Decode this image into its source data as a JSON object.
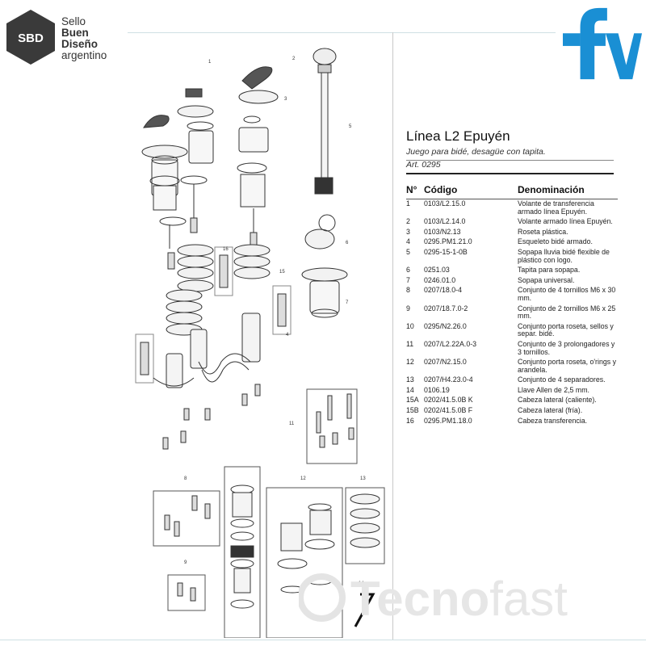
{
  "header": {
    "sbd_badge": "SBD",
    "sbd_lines": [
      "Sello",
      "Buen",
      "Diseño",
      "argentino"
    ],
    "brand_mark": "fv"
  },
  "product": {
    "title": "Línea L2 Epuyén",
    "subtitle": "Juego para bidé, desagüe con tapita.",
    "article": "Art. 0295"
  },
  "table": {
    "headers": {
      "no": "N°",
      "code": "Código",
      "name": "Denominación"
    },
    "rows": [
      {
        "no": "1",
        "code": "0103/L2.15.0",
        "name": "Volante de transferencia armado línea Epuyén."
      },
      {
        "no": "2",
        "code": "0103/L2.14.0",
        "name": "Volante armado línea Epuyén."
      },
      {
        "no": "3",
        "code": "0103/N2.13",
        "name": "Roseta plástica."
      },
      {
        "no": "4",
        "code": "0295.PM1.21.0",
        "name": "Esqueleto bidé armado."
      },
      {
        "no": "5",
        "code": "0295-15-1-0B",
        "name": "Sopapa lluvia bidé flexible de plástico con logo."
      },
      {
        "no": "6",
        "code": "0251.03",
        "name": "Tapita para sopapa."
      },
      {
        "no": "7",
        "code": "0246.01.0",
        "name": "Sopapa universal."
      },
      {
        "no": "8",
        "code": "0207/18.0-4",
        "name": "Conjunto de 4 tornillos M6 x 30 mm."
      },
      {
        "no": "9",
        "code": "0207/18.7.0-2",
        "name": "Conjunto de 2 tornillos M6 x 25 mm."
      },
      {
        "no": "10",
        "code": "0295/N2.26.0",
        "name": "Conjunto porta roseta, sellos y separ. bidé."
      },
      {
        "no": "11",
        "code": "0207/L2.22A.0-3",
        "name": "Conjunto de 3 prolongadores y 3 tornillos."
      },
      {
        "no": "12",
        "code": "0207/N2.15.0",
        "name": "Conjunto porta roseta, o'rings y arandela."
      },
      {
        "no": "13",
        "code": "0207/H4.23.0-4",
        "name": "Conjunto de 4 separadores."
      },
      {
        "no": "14",
        "code": "0106.19",
        "name": "Llave Allen de 2,5 mm."
      },
      {
        "no": "15A",
        "code": "0202/41.5.0B K",
        "name": "Cabeza lateral (caliente)."
      },
      {
        "no": "15B",
        "code": "0202/41.5.0B F",
        "name": "Cabeza lateral (fría)."
      },
      {
        "no": "16",
        "code": "0295.PM1.18.0",
        "name": "Cabeza transferencia."
      }
    ]
  },
  "diagram": {
    "callouts": [
      "1",
      "2",
      "3",
      "4",
      "5",
      "6",
      "7",
      "8",
      "9",
      "11",
      "12",
      "13",
      "14",
      "15",
      "16"
    ]
  },
  "watermark": {
    "bold": "Tecno",
    "light": "fast"
  },
  "colors": {
    "brand_blue": "#1a8fd4",
    "sbd_dark": "#3a3a3a",
    "line": "#333333",
    "watermark": "#e6e6e6"
  }
}
